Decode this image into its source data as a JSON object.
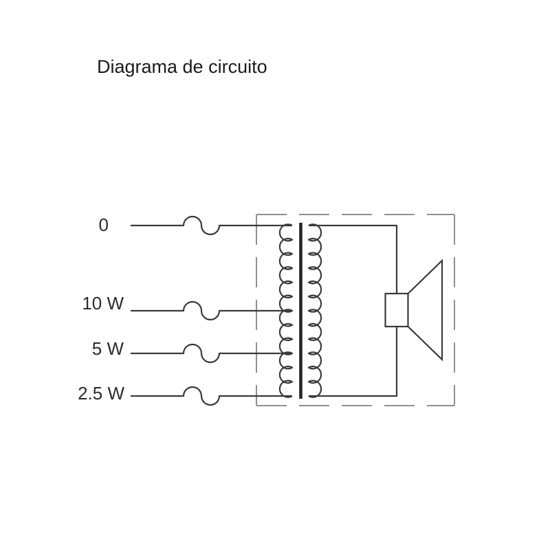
{
  "title": "Diagrama de circuito",
  "diagram": {
    "taps": [
      {
        "label": "0"
      },
      {
        "label": "10 W"
      },
      {
        "label": "5 W"
      },
      {
        "label": "2.5 W"
      }
    ],
    "components": {
      "transformer": "tapped-transformer",
      "speaker": "loudspeaker",
      "enclosure": "dashed-boundary-box"
    },
    "colors": {
      "line": "#3a3a3a",
      "dashed_box": "#8f8f8f",
      "text": "#2b2b2b",
      "background": "#ffffff"
    }
  }
}
